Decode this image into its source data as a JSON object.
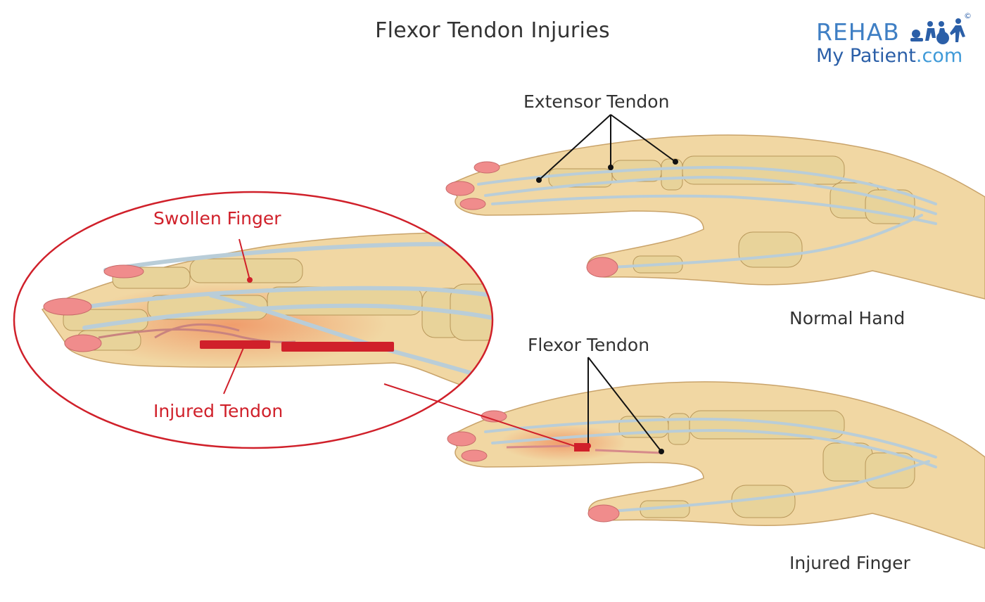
{
  "title": "Flexor Tendon Injuries",
  "logo": {
    "line1": "REHAB",
    "line2_main": "My Patient",
    "line2_domain": ".com",
    "copyright": "©"
  },
  "labels": {
    "extensor_tendon": "Extensor Tendon",
    "normal_hand": "Normal Hand",
    "flexor_tendon": "Flexor Tendon",
    "injured_finger": "Injured Finger",
    "swollen_finger": "Swollen Finger",
    "injured_tendon": "Injured Tendon"
  },
  "colors": {
    "skin": "#f1d7a3",
    "skin_edge": "#c9a36a",
    "bone": "#e8d39a",
    "tendon": "#b9cdd8",
    "nail": "#f08c8c",
    "injury_red": "#d0202a",
    "logo_blue": "#2b5fa8"
  }
}
